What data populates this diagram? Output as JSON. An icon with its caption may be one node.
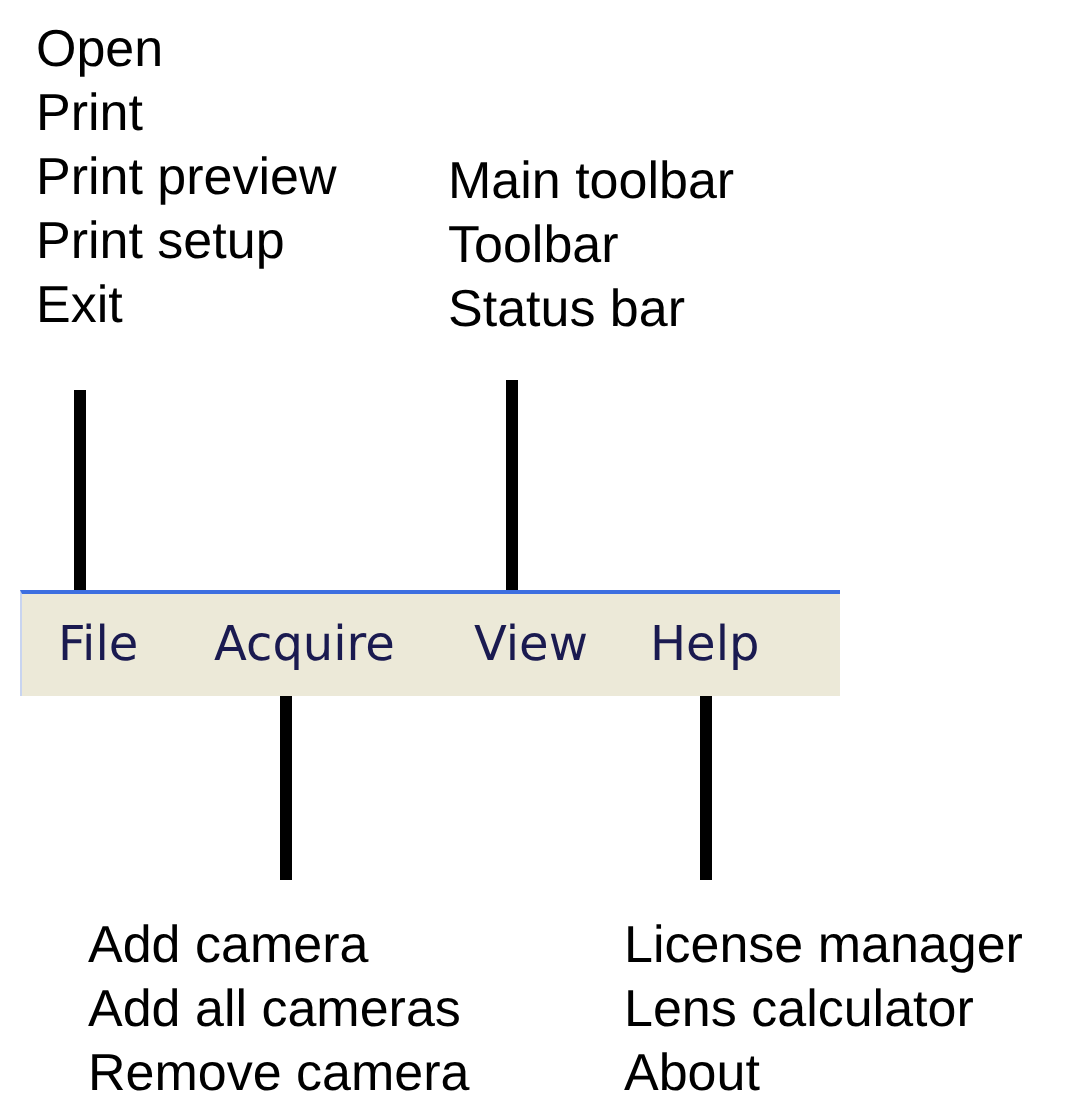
{
  "diagram": {
    "nodes": [
      {
        "text": [],
        "shape": "bar"
      },
      {
        "text": [
          "File"
        ],
        "in": 0
      },
      {
        "text": [
          "Acquire"
        ],
        "in": 0
      },
      {
        "text": [
          "View"
        ],
        "in": 0
      },
      {
        "text": [
          "Help"
        ],
        "in": 0
      },
      {
        "text": [
          "Open",
          "Print",
          "Print preview",
          "Print setup",
          "Exit"
        ]
      },
      {
        "text": [
          "Main toolbar",
          "Toolbar",
          "Status bar"
        ]
      },
      {
        "text": [
          "Add camera",
          "Add all cameras",
          "Remove camera"
        ]
      },
      {
        "text": [
          "License manager",
          "Lens calculator",
          "About"
        ]
      }
    ],
    "edges": [
      {
        "from": 5,
        "to": 1,
        "arrow": "none"
      },
      {
        "from": 6,
        "to": 3,
        "arrow": "none"
      },
      {
        "from": 7,
        "to": 2,
        "arrow": "none"
      },
      {
        "from": 8,
        "to": 4,
        "arrow": "none"
      }
    ]
  }
}
